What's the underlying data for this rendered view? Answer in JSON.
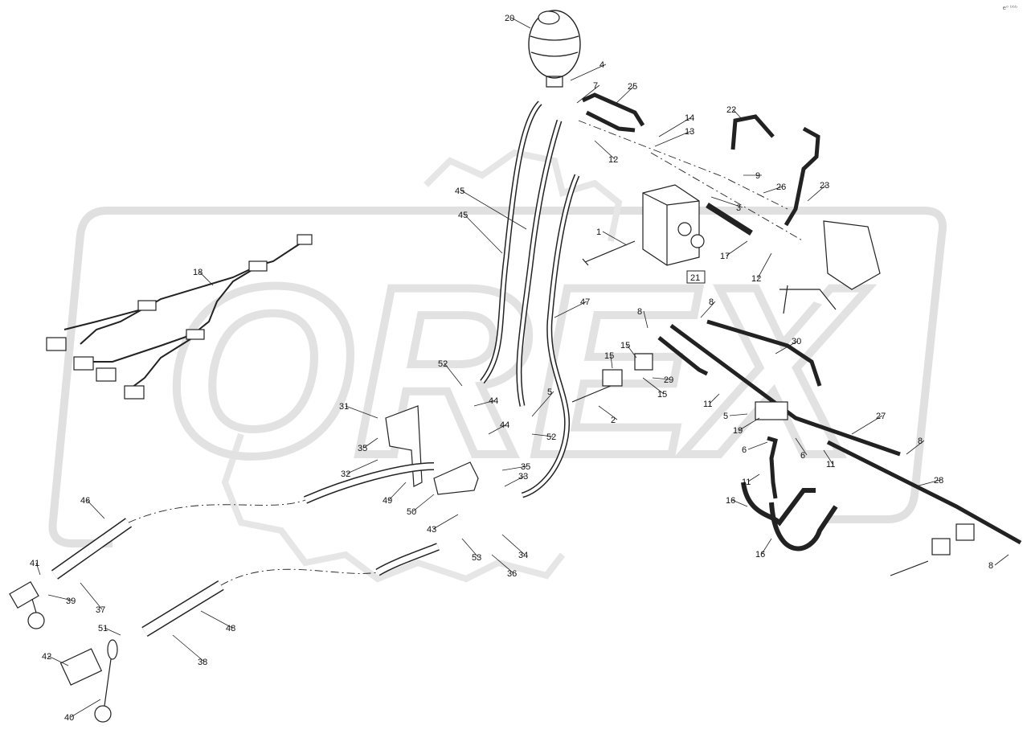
{
  "diagram": {
    "corner_code": "e⁰ ᵇᵇᵇ",
    "watermark_text": "OREX",
    "watermark_color": "#e3e3e3",
    "line_color": "#222222",
    "boxed_label": "21",
    "labels": [
      "20",
      "4",
      "7",
      "25",
      "14",
      "13",
      "22",
      "12",
      "9",
      "26",
      "23",
      "3",
      "45",
      "45",
      "1",
      "17",
      "12",
      "21",
      "18",
      "47",
      "8",
      "8",
      "30",
      "15",
      "15",
      "29",
      "52",
      "44",
      "5",
      "2",
      "15",
      "31",
      "11",
      "5",
      "19",
      "6",
      "44",
      "52",
      "6",
      "35",
      "27",
      "8",
      "11",
      "32",
      "35",
      "33",
      "11",
      "49",
      "50",
      "28",
      "16",
      "43",
      "34",
      "53",
      "36",
      "46",
      "41",
      "39",
      "37",
      "51",
      "48",
      "42",
      "38",
      "40",
      "16",
      "8"
    ]
  }
}
